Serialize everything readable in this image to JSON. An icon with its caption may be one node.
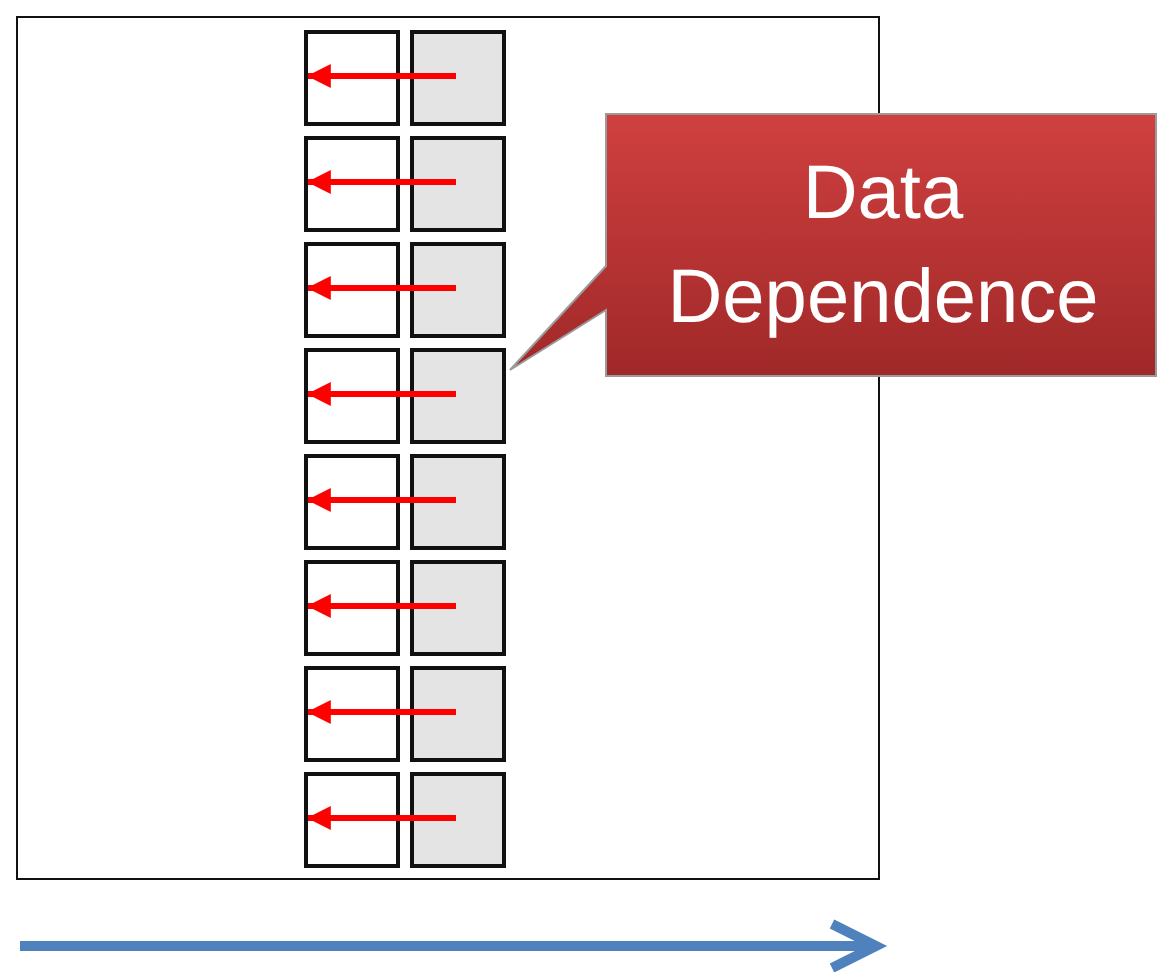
{
  "diagram": {
    "nodes": [
      {
        "text": [],
        "shape": "box"
      },
      {
        "text": [],
        "shape": "box",
        "in": 0
      },
      {
        "text": [],
        "shape": "box",
        "in": 0
      },
      {
        "text": [],
        "shape": "box",
        "in": 0
      },
      {
        "text": [],
        "shape": "box",
        "in": 0
      },
      {
        "text": [],
        "shape": "box",
        "in": 0
      },
      {
        "text": [],
        "shape": "box",
        "in": 0
      },
      {
        "text": [],
        "shape": "box",
        "in": 0
      },
      {
        "text": [],
        "shape": "box",
        "in": 0
      },
      {
        "text": [],
        "shape": "box",
        "in": 0
      },
      {
        "text": [],
        "shape": "box",
        "in": 0
      },
      {
        "text": [],
        "shape": "box",
        "in": 0
      },
      {
        "text": [],
        "shape": "box",
        "in": 0
      },
      {
        "text": [],
        "shape": "box",
        "in": 0
      },
      {
        "text": [],
        "shape": "box",
        "in": 0
      },
      {
        "text": [],
        "shape": "box",
        "in": 0
      },
      {
        "text": [],
        "shape": "box",
        "in": 0
      },
      {
        "text": [
          "Data Dependence"
        ]
      }
    ],
    "edges": [
      {
        "from": 2,
        "to": 1,
        "arrow": "to"
      },
      {
        "from": 4,
        "to": 3,
        "arrow": "to"
      },
      {
        "from": 6,
        "to": 5,
        "arrow": "to"
      },
      {
        "from": 8,
        "to": 7,
        "arrow": "to"
      },
      {
        "from": 10,
        "to": 9,
        "arrow": "to"
      },
      {
        "from": 12,
        "to": 11,
        "arrow": "to"
      },
      {
        "from": 14,
        "to": 13,
        "arrow": "to"
      },
      {
        "from": 16,
        "to": 15,
        "arrow": "to"
      }
    ]
  }
}
